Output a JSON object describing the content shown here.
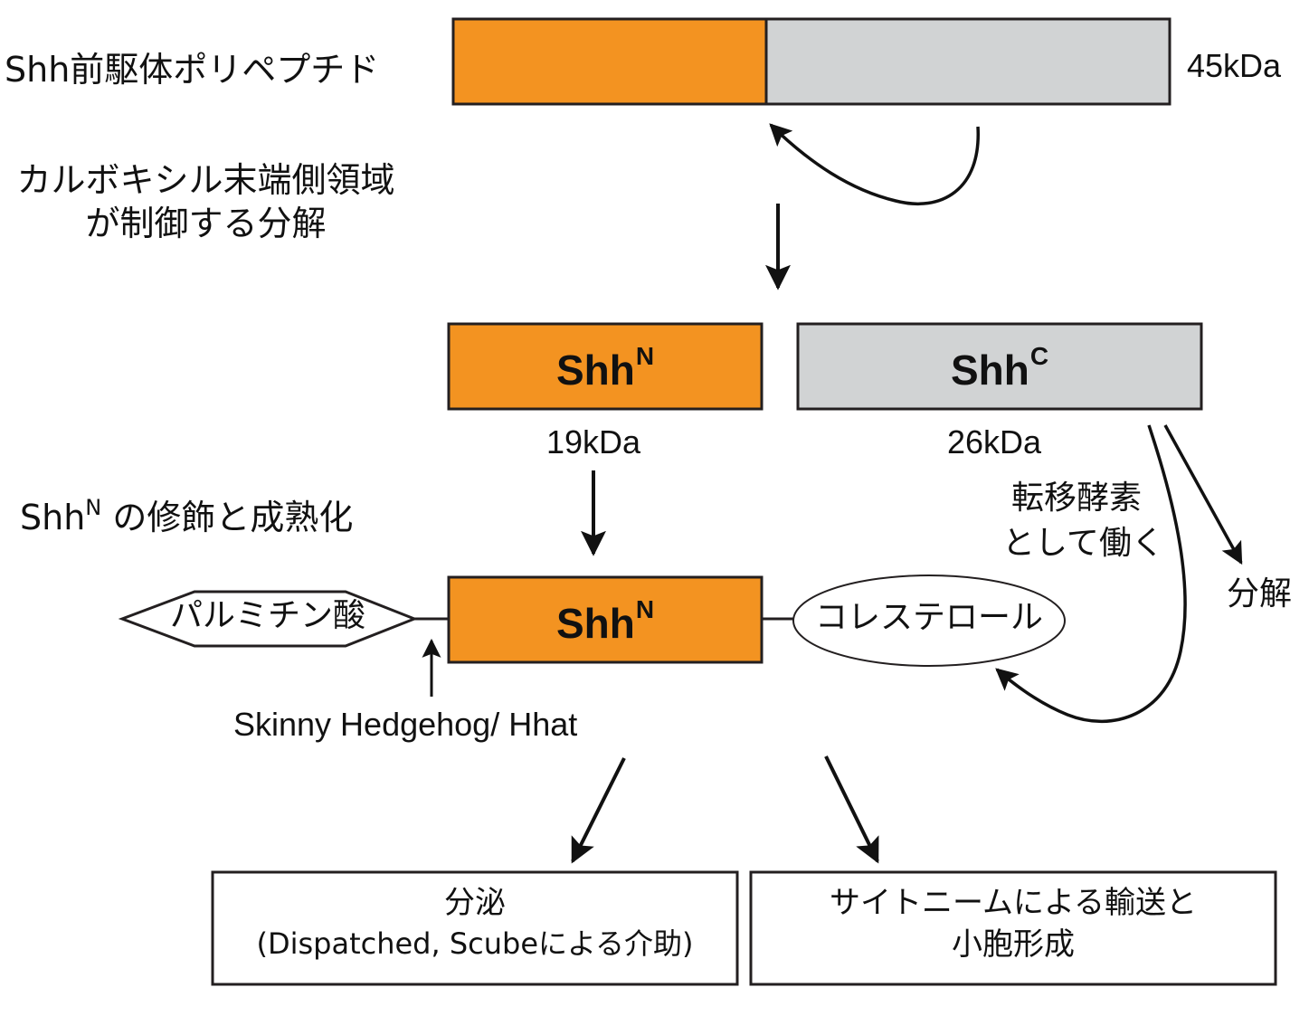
{
  "colors": {
    "shh_n": "#f39321",
    "shh_c": "#d1d3d4",
    "stroke": "#231f20"
  },
  "precursor": {
    "label": "Shh前駆体ポリペプチド",
    "mass": "45kDa"
  },
  "autoprocessing": {
    "line1": "カルボキシル末端側領域",
    "line2": "が制御する分解"
  },
  "n_fragment": {
    "name": "Shh",
    "superscript": "N",
    "mass": "19kDa"
  },
  "c_fragment": {
    "name": "Shh",
    "superscript": "C",
    "mass": "26kDa",
    "transferase_line1": "転移酵素",
    "transferase_line2": "として働く",
    "degradation": "分解"
  },
  "modification": {
    "title_prefix": "Shh",
    "title_superscript": "N",
    "title_suffix": " の修飾と成熟化",
    "palmitic_acid": "パルミチン酸",
    "cholesterol": "コレステロール",
    "mature_name": "Shh",
    "mature_superscript": "N",
    "enzyme": "Skinny Hedgehog/ Hhat"
  },
  "outcomes": [
    {
      "line1": "分泌",
      "line2": "(Dispatched, Scubeによる介助)"
    },
    {
      "line1": "サイトニームによる輸送と",
      "line2": "小胞形成"
    }
  ]
}
